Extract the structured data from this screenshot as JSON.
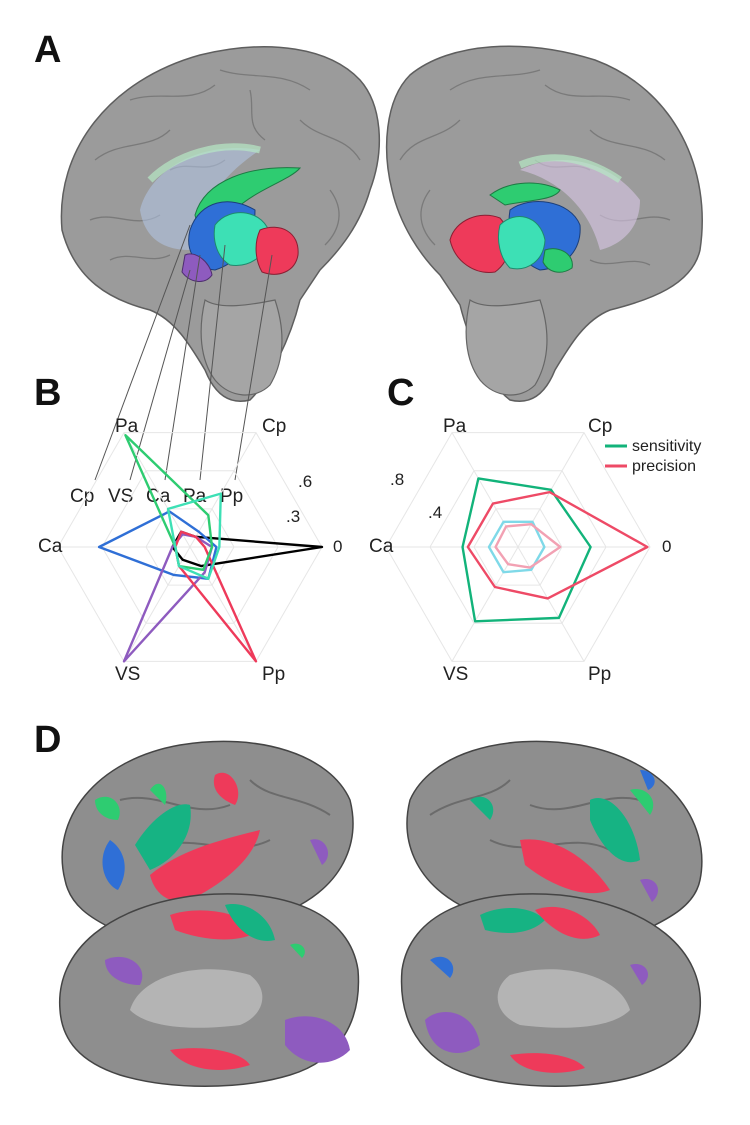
{
  "panels": {
    "a": "A",
    "b": "B",
    "c": "C",
    "d": "D"
  },
  "region_labels": [
    "Cp",
    "VS",
    "Ca",
    "Pa",
    "Pp"
  ],
  "colors": {
    "Cp": "#2ecc71",
    "Ca": "#2f6fd6",
    "VS": "#8e5bbf",
    "Pa": "#3de0b5",
    "Pp": "#ee3a5a",
    "sensitivity": "#12b37a",
    "precision": "#ee4a66",
    "brain": "#9a9a9a"
  },
  "radar_b": {
    "axes": [
      "Pa",
      "Cp",
      "0",
      "Pp",
      "VS",
      "Ca"
    ],
    "axis_labels": [
      "Pa",
      "Cp",
      "Pp",
      "VS",
      "Ca"
    ],
    "ticks": [
      "0",
      ".3",
      ".6"
    ],
    "max": 0.9,
    "series": [
      {
        "color": "#000000",
        "values": [
          0.12,
          0.08,
          0.9,
          0.15,
          0.1,
          0.12
        ]
      },
      {
        "color": "#2f6fd6",
        "values": [
          0.28,
          0.12,
          0.18,
          0.25,
          0.22,
          0.62
        ]
      },
      {
        "color": "#8e5bbf",
        "values": [
          0.1,
          0.08,
          0.15,
          0.2,
          0.9,
          0.12
        ]
      },
      {
        "color": "#ee3a5a",
        "values": [
          0.12,
          0.08,
          0.1,
          0.92,
          0.15,
          0.1
        ]
      },
      {
        "color": "#2ecc71",
        "values": [
          0.88,
          0.25,
          0.15,
          0.18,
          0.15,
          0.1
        ]
      },
      {
        "color": "#3de0b5",
        "values": [
          0.3,
          0.42,
          0.2,
          0.25,
          0.15,
          0.1
        ]
      }
    ]
  },
  "radar_c": {
    "ticks": [
      "0",
      ".4",
      ".8"
    ],
    "axis_labels": [
      "Pa",
      "Cp",
      "Pp",
      "VS",
      "Ca"
    ],
    "max": 1.0,
    "legend": [
      "sensitivity",
      "precision"
    ],
    "series": [
      {
        "color": "#12b37a",
        "values": [
          0.6,
          0.5,
          0.55,
          0.62,
          0.65,
          0.42
        ]
      },
      {
        "color": "#ee4a66",
        "values": [
          0.38,
          0.48,
          0.98,
          0.45,
          0.35,
          0.38
        ]
      },
      {
        "color": "#7fd9e8",
        "values": [
          0.22,
          0.22,
          0.2,
          0.2,
          0.22,
          0.22
        ]
      },
      {
        "color": "#f2a1b3",
        "values": [
          0.18,
          0.2,
          0.32,
          0.18,
          0.15,
          0.17
        ]
      }
    ]
  }
}
